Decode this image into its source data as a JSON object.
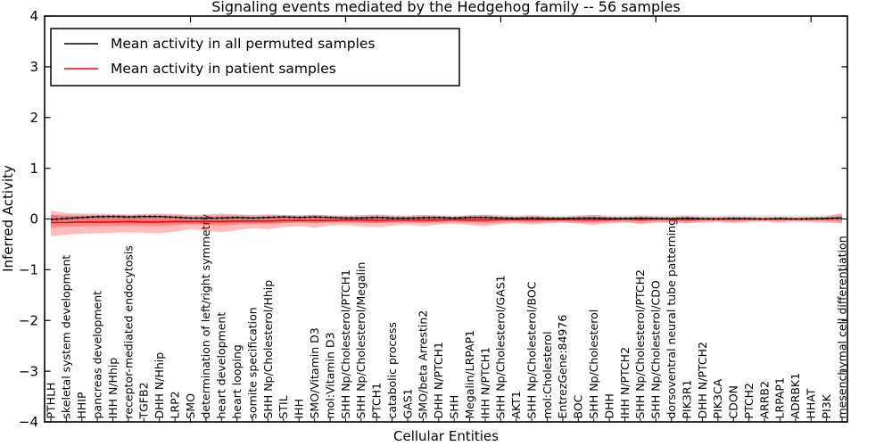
{
  "title": "Signaling events mediated by the Hedgehog family -- 56 samples",
  "colors": {
    "permuted_line": "#000000",
    "patient_line": "#ff0000",
    "patient_band": "#ff0000",
    "permuted_band": "#888888",
    "frame": "#000000",
    "background": "#ffffff"
  },
  "chart_data": {
    "type": "line",
    "title": "Signaling events mediated by the Hedgehog family -- 56 samples",
    "xlabel": "Cellular Entities",
    "ylabel": "Inferred Activity",
    "ylim": [
      -4,
      4
    ],
    "yticks": [
      4,
      3,
      2,
      1,
      0,
      -1,
      -2,
      -3,
      -4
    ],
    "grid": false,
    "legend_position": "upper left",
    "categories": [
      "PTHLH",
      "skeletal system development",
      "HHIP",
      "pancreas development",
      "IHH N/Hhip",
      "receptor-mediated endocytosis",
      "TGFB2",
      "DHH N/Hhip",
      "LRP2",
      "SMO",
      "determination of left/right symmetry",
      "heart development",
      "heart looping",
      "somite specification",
      "SHH Np/Cholesterol/Hhip",
      "STIL",
      "IHH",
      "SMO/Vitamin D3",
      "mol:Vitamin D3",
      "SHH Np/Cholesterol/PTCH1",
      "SHH Np/Cholesterol/Megalin",
      "PTCH1",
      "catabolic process",
      "GAS1",
      "SMO/beta Arrestin2",
      "DHH N/PTCH1",
      "SHH",
      "Megalin/LRPAP1",
      "IHH N/PTCH1",
      "SHH Np/Cholesterol/GAS1",
      "AKT1",
      "SHH Np/Cholesterol/BOC",
      "mol:Cholesterol",
      "EntrezGene:84976",
      "BOC",
      "SHH Np/Cholesterol",
      "DHH",
      "IHH N/PTCH2",
      "SHH Np/Cholesterol/PTCH2",
      "SHH Np/Cholesterol/CDO",
      "dorsoventral neural tube patterning",
      "PIK3R1",
      "DHH N/PTCH2",
      "PIK3CA",
      "CDON",
      "PTCH2",
      "ARRB2",
      "LRPAP1",
      "ADRBK1",
      "HHAT",
      "PI3K",
      "mesenchymal cell differentiation"
    ],
    "series": [
      {
        "name": "Mean activity in all permuted samples",
        "color": "#000000",
        "values": [
          -0.01,
          0.01,
          0.03,
          0.045,
          0.05,
          0.04,
          0.05,
          0.05,
          0.035,
          0.02,
          0.015,
          0.02,
          0.03,
          0.02,
          0.03,
          0.04,
          0.03,
          0.04,
          0.03,
          0.02,
          0.02,
          0.03,
          0.02,
          0.015,
          0.025,
          0.03,
          0.02,
          0.03,
          0.03,
          0.02,
          0.01,
          0.02,
          0.01,
          0.01,
          0.015,
          0.02,
          0.01,
          0.01,
          0.015,
          0.01,
          0.005,
          0.015,
          0.005,
          0,
          0.01,
          0.005,
          0,
          0.01,
          0,
          0.005,
          0.01,
          0.02
        ]
      },
      {
        "name": "Mean activity in patient samples",
        "color": "#ff0000",
        "values": [
          -0.07,
          -0.07,
          -0.06,
          -0.06,
          -0.06,
          -0.05,
          -0.06,
          -0.06,
          -0.05,
          -0.05,
          -0.05,
          -0.05,
          -0.04,
          -0.04,
          -0.04,
          -0.03,
          -0.03,
          -0.03,
          -0.03,
          -0.02,
          -0.02,
          -0.03,
          -0.02,
          -0.02,
          -0.02,
          -0.02,
          -0.01,
          -0.02,
          -0.02,
          -0.01,
          -0.01,
          -0.01,
          -0.01,
          -0.01,
          -0.01,
          -0.01,
          -0.01,
          0,
          -0.01,
          0,
          0,
          -0.01,
          0,
          0,
          0,
          0,
          0,
          0,
          0,
          0,
          0.01,
          0.02
        ]
      }
    ],
    "bands": [
      {
        "name": "permuted-samples-range",
        "color": "#888888",
        "upper": [
          0.09,
          0.08,
          0.08,
          0.08,
          0.08,
          0.08,
          0.08,
          0.08,
          0.08,
          0.07,
          0.07,
          0.08,
          0.08,
          0.07,
          0.08,
          0.08,
          0.07,
          0.08,
          0.07,
          0.07,
          0.08,
          0.08,
          0.07,
          0.07,
          0.08,
          0.08,
          0.07,
          0.08,
          0.09,
          0.08,
          0.07,
          0.08,
          0.07,
          0.07,
          0.08,
          0.08,
          0.07,
          0.07,
          0.08,
          0.07,
          0.07,
          0.08,
          0.07,
          0.07,
          0.08,
          0.07,
          0.07,
          0.08,
          0.07,
          0.07,
          0.08,
          0.09
        ],
        "lower": [
          -0.09,
          -0.08,
          -0.08,
          -0.08,
          -0.08,
          -0.08,
          -0.08,
          -0.08,
          -0.08,
          -0.07,
          -0.07,
          -0.08,
          -0.08,
          -0.07,
          -0.08,
          -0.08,
          -0.07,
          -0.08,
          -0.07,
          -0.07,
          -0.08,
          -0.08,
          -0.07,
          -0.07,
          -0.08,
          -0.08,
          -0.07,
          -0.08,
          -0.09,
          -0.08,
          -0.07,
          -0.08,
          -0.07,
          -0.07,
          -0.08,
          -0.08,
          -0.07,
          -0.07,
          -0.08,
          -0.07,
          -0.07,
          -0.08,
          -0.07,
          -0.07,
          -0.08,
          -0.07,
          -0.07,
          -0.08,
          -0.07,
          -0.07,
          -0.08,
          -0.09
        ]
      },
      {
        "name": "patient-samples-outer-band",
        "color": "#ff0000",
        "upper": [
          0.16,
          0.12,
          0.11,
          0.11,
          0.1,
          0.09,
          0.1,
          0.11,
          0.1,
          0.08,
          0.09,
          0.11,
          0.09,
          0.08,
          0.09,
          0.08,
          0.07,
          0.09,
          0.07,
          0.06,
          0.07,
          0.09,
          0.07,
          0.06,
          0.08,
          0.06,
          0.05,
          0.07,
          0.08,
          0.06,
          0.05,
          0.07,
          0.05,
          0.04,
          0.06,
          0.08,
          0.05,
          0.04,
          0.06,
          0.05,
          0.04,
          0.06,
          0.04,
          0.04,
          0.05,
          0.04,
          0.03,
          0.04,
          0.03,
          0.04,
          0.05,
          0.12
        ],
        "lower": [
          -0.34,
          -0.31,
          -0.29,
          -0.28,
          -0.27,
          -0.26,
          -0.27,
          -0.28,
          -0.25,
          -0.2,
          -0.23,
          -0.26,
          -0.22,
          -0.18,
          -0.2,
          -0.16,
          -0.14,
          -0.17,
          -0.13,
          -0.12,
          -0.14,
          -0.16,
          -0.13,
          -0.11,
          -0.14,
          -0.11,
          -0.09,
          -0.12,
          -0.14,
          -0.1,
          -0.08,
          -0.11,
          -0.08,
          -0.07,
          -0.09,
          -0.12,
          -0.08,
          -0.06,
          -0.1,
          -0.07,
          -0.06,
          -0.09,
          -0.06,
          -0.05,
          -0.07,
          -0.05,
          -0.04,
          -0.06,
          -0.04,
          -0.05,
          -0.06,
          -0.08
        ]
      },
      {
        "name": "patient-samples-inner-band",
        "color": "#ff0000",
        "upper": [
          0.08,
          0.06,
          0.055,
          0.055,
          0.05,
          0.045,
          0.05,
          0.055,
          0.05,
          0.04,
          0.045,
          0.055,
          0.045,
          0.04,
          0.045,
          0.04,
          0.035,
          0.045,
          0.035,
          0.03,
          0.035,
          0.045,
          0.035,
          0.03,
          0.04,
          0.03,
          0.025,
          0.035,
          0.04,
          0.03,
          0.025,
          0.035,
          0.025,
          0.02,
          0.03,
          0.04,
          0.025,
          0.02,
          0.03,
          0.025,
          0.02,
          0.03,
          0.02,
          0.02,
          0.025,
          0.02,
          0.015,
          0.02,
          0.015,
          0.02,
          0.025,
          0.06
        ],
        "lower": [
          -0.17,
          -0.155,
          -0.145,
          -0.14,
          -0.135,
          -0.13,
          -0.135,
          -0.14,
          -0.125,
          -0.1,
          -0.115,
          -0.13,
          -0.11,
          -0.09,
          -0.1,
          -0.08,
          -0.07,
          -0.085,
          -0.065,
          -0.06,
          -0.07,
          -0.08,
          -0.065,
          -0.055,
          -0.07,
          -0.055,
          -0.045,
          -0.06,
          -0.07,
          -0.05,
          -0.04,
          -0.055,
          -0.04,
          -0.035,
          -0.045,
          -0.06,
          -0.04,
          -0.03,
          -0.05,
          -0.035,
          -0.03,
          -0.045,
          -0.03,
          -0.025,
          -0.035,
          -0.025,
          -0.02,
          -0.03,
          -0.02,
          -0.025,
          -0.03,
          -0.04
        ]
      }
    ]
  }
}
